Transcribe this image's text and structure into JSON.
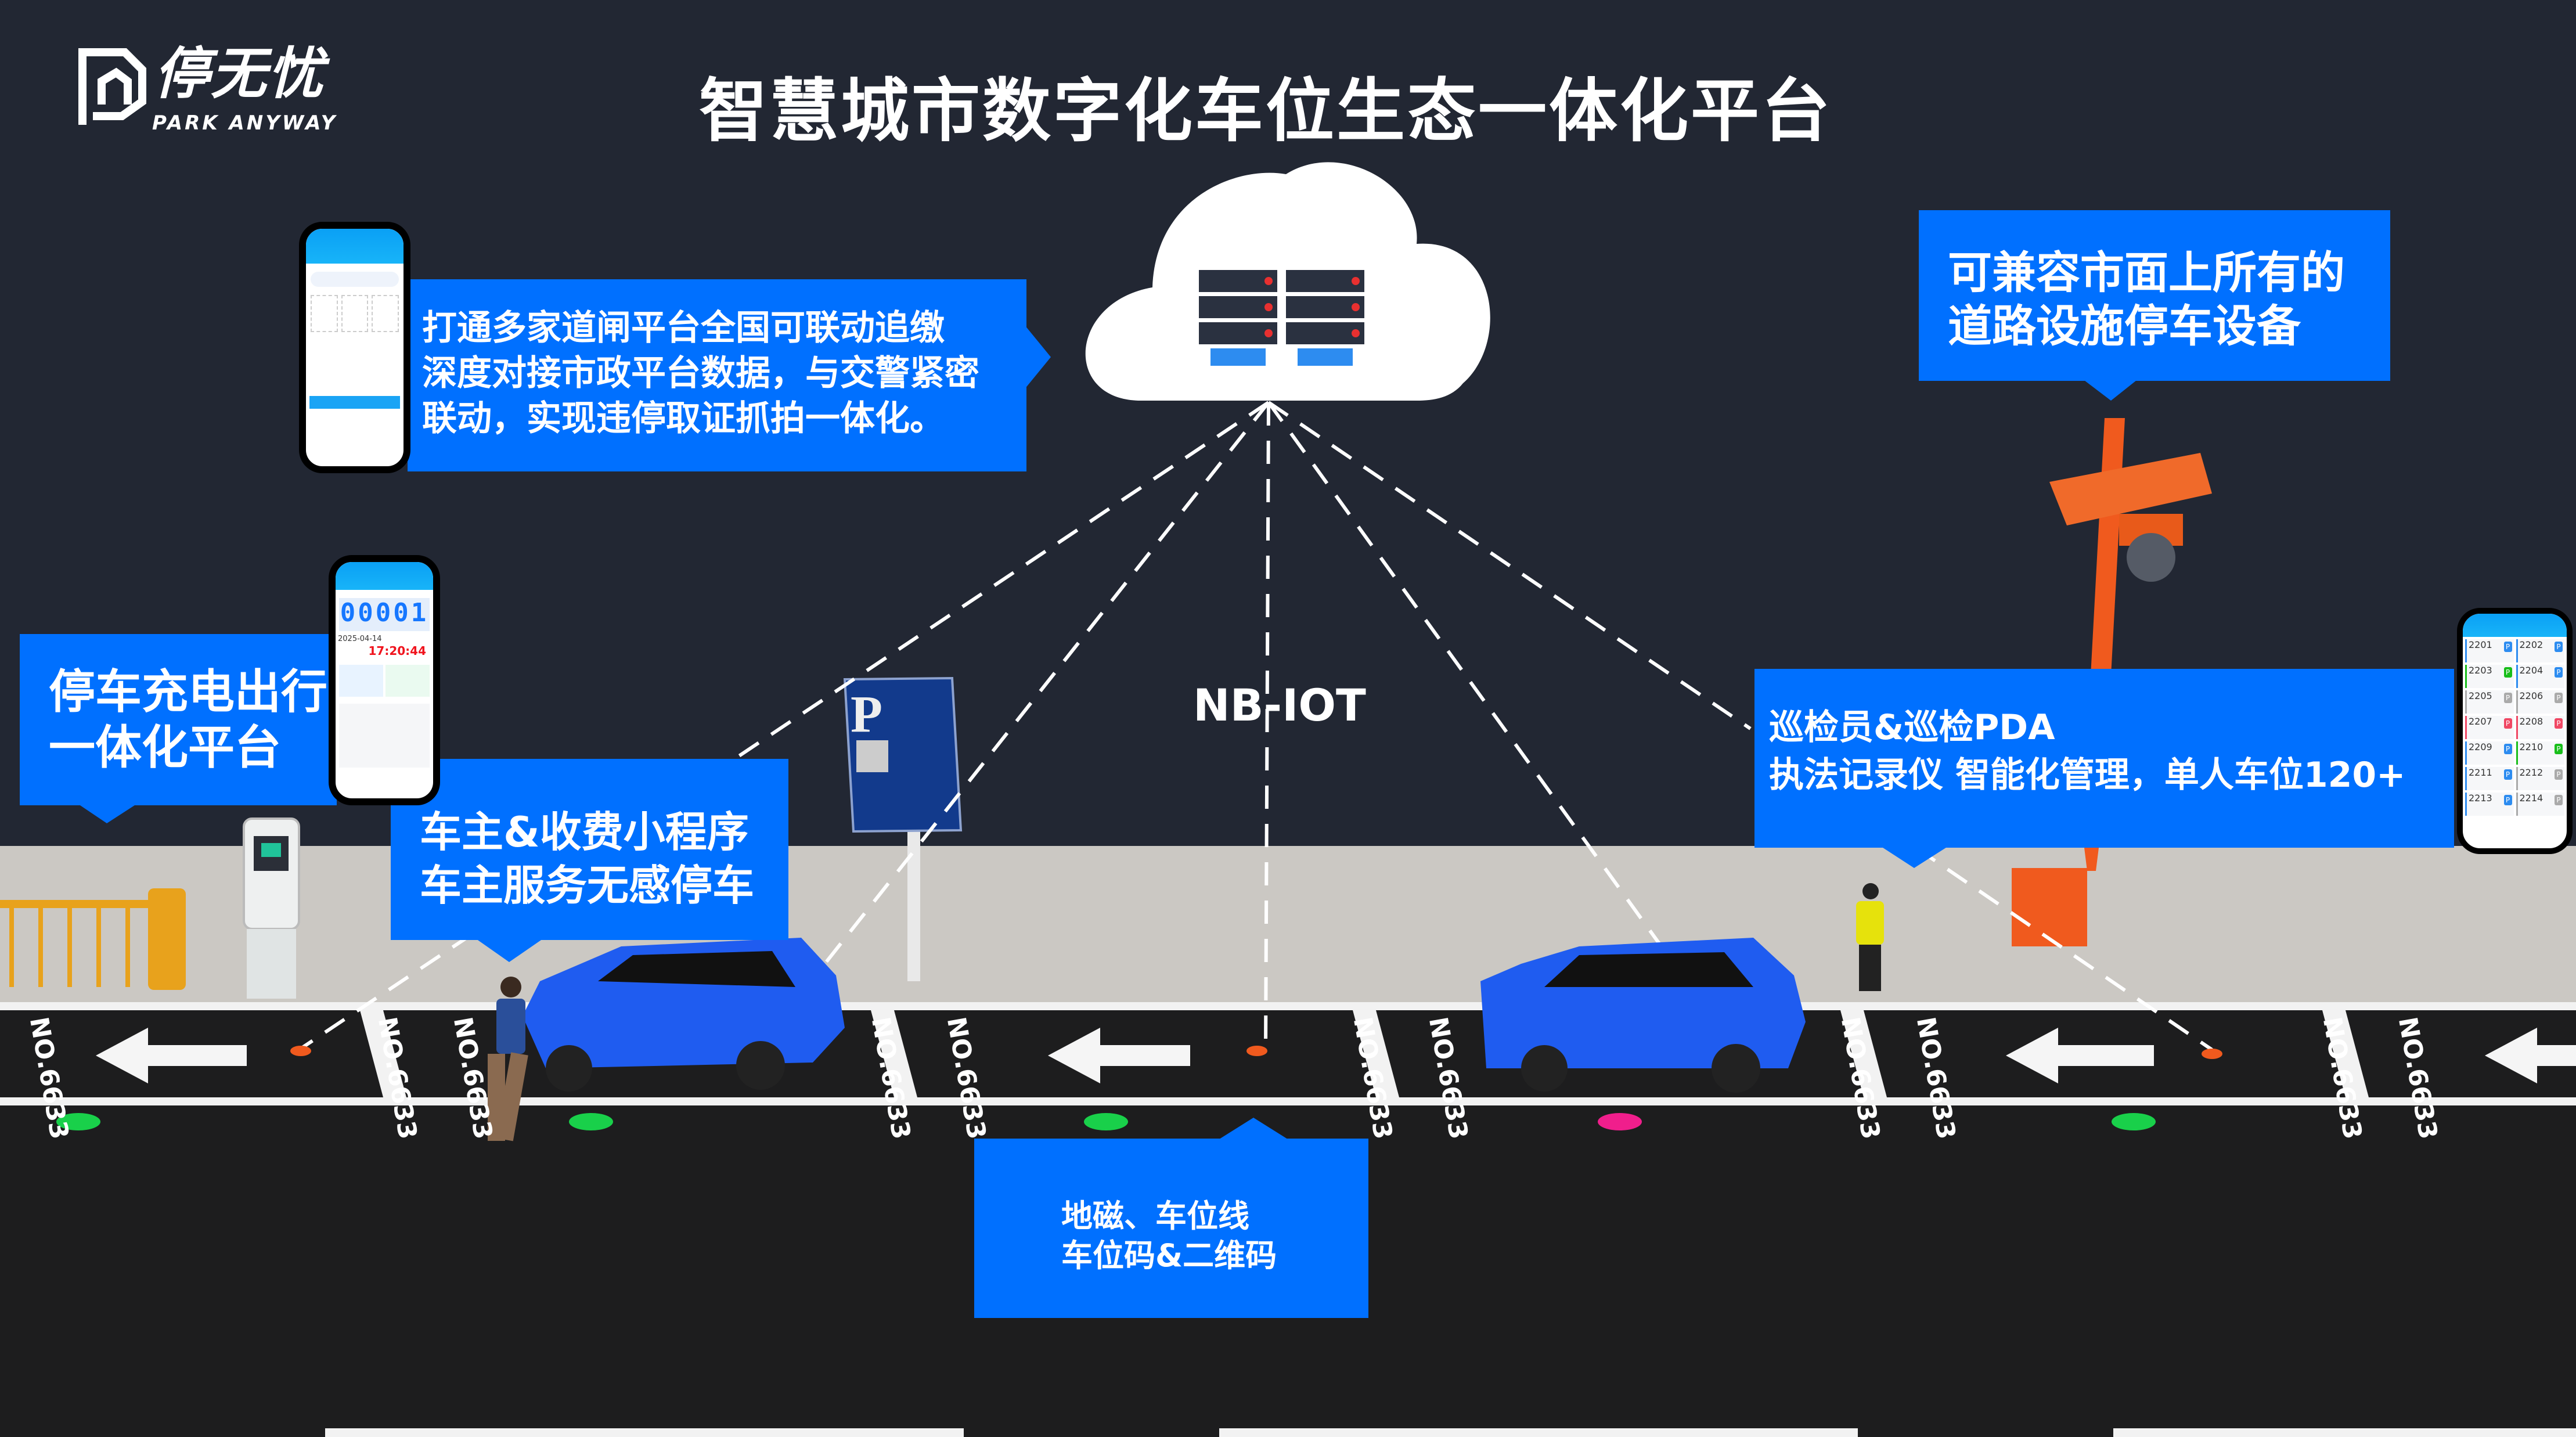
{
  "logo": {
    "name_cn": "停无忧",
    "name_en": "PARK ANYWAY"
  },
  "title": "智慧城市数字化车位生态一体化平台",
  "callouts": {
    "municipal": [
      "打通多家道闸平台全国可联动追缴",
      "深度对接市政平台数据，与交警紧密",
      "联动，实现违停取证抓拍一体化。"
    ],
    "compatible": [
      "可兼容市面上所有的",
      "道路设施停车设备"
    ],
    "charging": [
      "停车充电出行",
      "一体化平台"
    ],
    "owner": [
      "车主&收费小程序",
      "车主服务无感停车"
    ],
    "patrol": [
      "巡检员&巡检PDA",
      "执法记录仪 智能化管理，单人车位120+"
    ],
    "sensor": [
      "地磁、车位线",
      "车位码&二维码"
    ]
  },
  "network_label": "NB-IOT",
  "slot_label": "NO.6633",
  "sign_letter": "P",
  "phone_owner": {
    "code": "00001",
    "time": "17:20:44",
    "date": "2025-04-14"
  },
  "pda": {
    "slots": [
      {
        "no": "2201",
        "status": "#2d8cf0"
      },
      {
        "no": "2202",
        "status": "#2d8cf0"
      },
      {
        "no": "2203",
        "status": "#19be1b"
      },
      {
        "no": "2204",
        "status": "#2d8cf0"
      },
      {
        "no": "2205",
        "status": "#aaaaaa"
      },
      {
        "no": "2206",
        "status": "#aaaaaa"
      },
      {
        "no": "2207",
        "status": "#f04864"
      },
      {
        "no": "2208",
        "status": "#f04864"
      },
      {
        "no": "2209",
        "status": "#2d8cf0"
      },
      {
        "no": "2210",
        "status": "#19be1b"
      },
      {
        "no": "2211",
        "status": "#2d8cf0"
      },
      {
        "no": "2212",
        "status": "#aaaaaa"
      },
      {
        "no": "2213",
        "status": "#2d8cf0"
      },
      {
        "no": "2214",
        "status": "#aaaaaa"
      }
    ]
  },
  "colors": {
    "background": "#222733",
    "accent": "#0070ff",
    "pole": "#f05a1e",
    "car": "#1f5cf0"
  }
}
